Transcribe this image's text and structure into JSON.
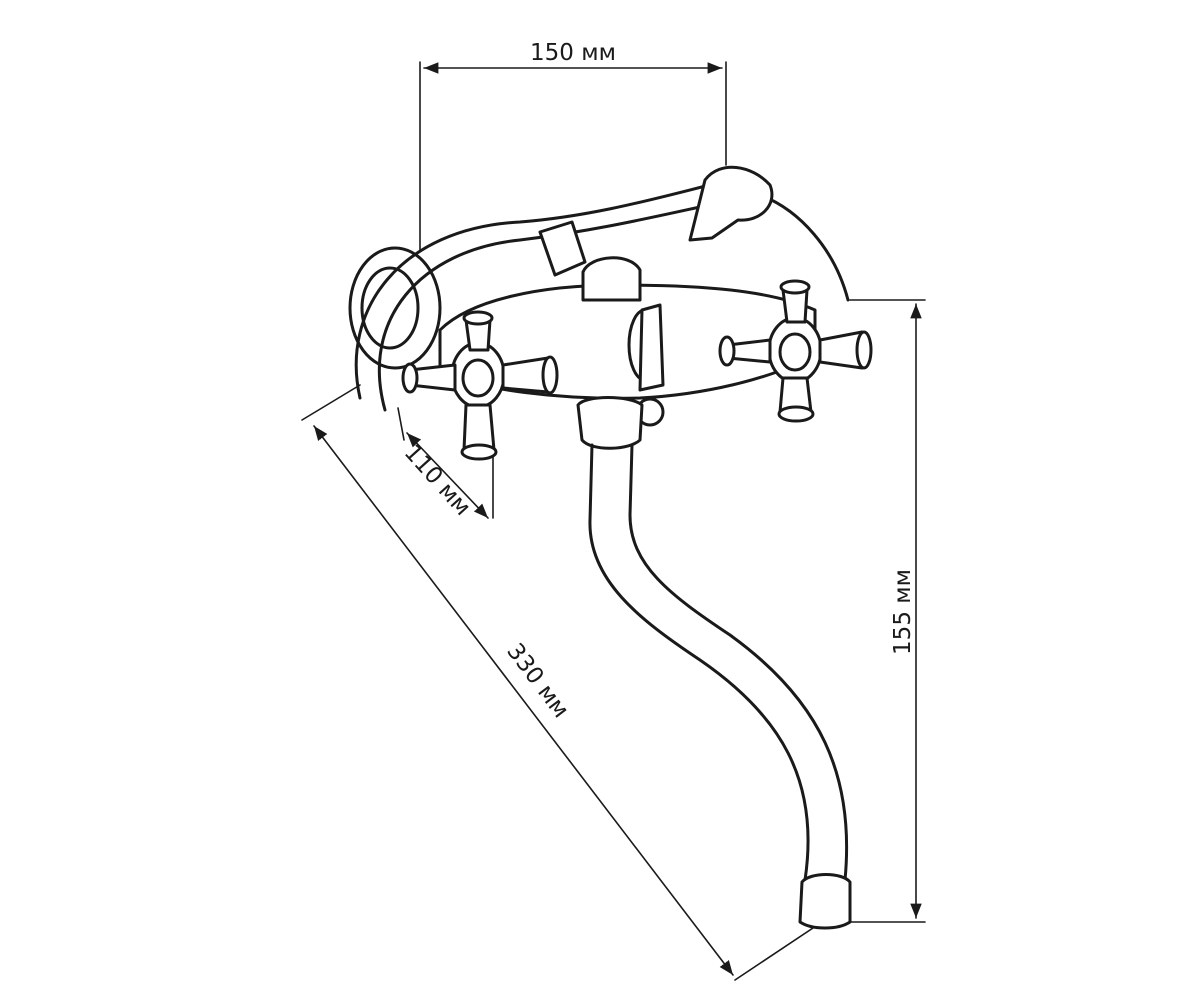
{
  "dimensions": {
    "width_top": "150 мм",
    "height_right": "155 мм",
    "length_diag": "330 мм",
    "depth_small": "110 мм"
  },
  "colors": {
    "line": "#1a1a1a",
    "background": "#ffffff"
  }
}
